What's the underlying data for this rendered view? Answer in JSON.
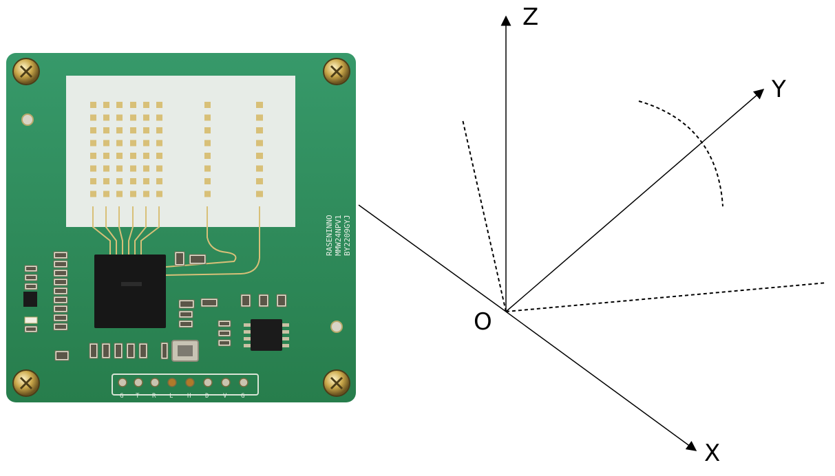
{
  "figure": {
    "board": {
      "silkscreen_lines": [
        "RASENINNO",
        "MMW24NPV1",
        "BY2209GYJ"
      ],
      "pin_labels": [
        "G",
        "T",
        "R",
        "L",
        "H",
        "D",
        "V",
        "G"
      ],
      "colors": {
        "pcb_green": "#2f8f5a",
        "antenna_panel": "#e6ece6",
        "copper_gold": "#d8c078",
        "chip_black": "#161616"
      }
    },
    "axes": {
      "origin_label": "O",
      "x_label": "X",
      "y_label": "Y",
      "z_label": "Z"
    }
  }
}
